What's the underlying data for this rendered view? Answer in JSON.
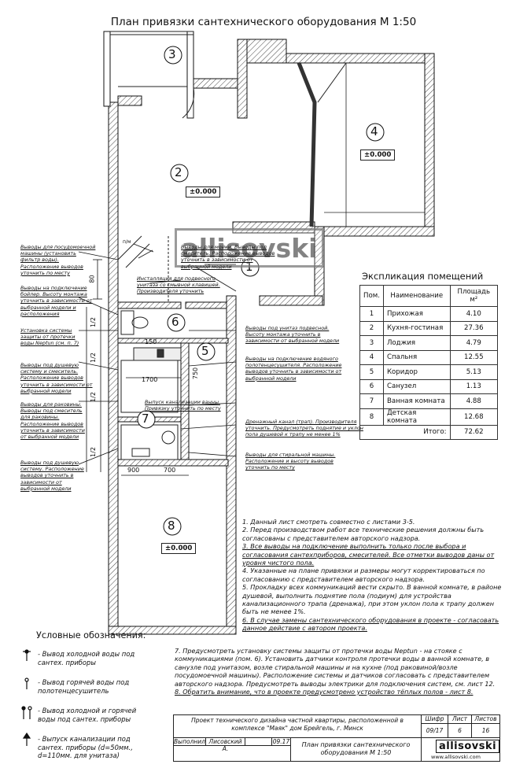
{
  "title": "План привязки сантехнического оборудования М 1:50",
  "rooms": [
    {
      "num": "1",
      "level": ""
    },
    {
      "num": "2",
      "level": "±0.000"
    },
    {
      "num": "3",
      "level": ""
    },
    {
      "num": "4",
      "level": "±0.000"
    },
    {
      "num": "5",
      "level": ""
    },
    {
      "num": "6",
      "level": ""
    },
    {
      "num": "7",
      "level": ""
    },
    {
      "num": "8",
      "level": "±0.000"
    }
  ],
  "watermark": "allisovski",
  "dims": {
    "d80": "80",
    "d150": "150",
    "d1700": "1700",
    "d750": "750",
    "d900": "900",
    "d700": "700",
    "half": "1/2",
    "pm": "п/м"
  },
  "left_notes": [
    "Выводы для посудомоечной машины (установить фильтр воды). Расположение выводов уточнить по месту",
    "Выводы на подключение бойлер. Высоту монтажа уточнить в зависимости от выбранной модели и расположения",
    "Установка системы защиты от протечки воды Neptun (см. п. 7)",
    "Выводы под душевую систему и смеситель. Расположение выводов уточнить в зависимости от выбранной модели",
    "Выводы для раковины. Выводы под смеситель для раковины. Расположение выводов уточнить в зависимости от выбранной модели",
    "Выводы под душевую систему. Расположение выводов уточнить в зависимости от выбранной модели"
  ],
  "plan_notes": [
    "Выводы для мойки. Выводы под смеситель. Расположение выводов уточнить в зависимости от выбранной модели",
    "Инсталляция для подвесного унитаза со смывной клавишей. Производителя уточнить",
    "Выводы под унитаз подвесной. Высоту монтажа уточнить в зависимости от выбранной модели",
    "Выводы на подключение водяного полотенцесушителя. Расположение выводов уточнить в зависимости от выбранной модели",
    "Выпуск канализации ванны. Привязку уточнить по месту",
    "Дренажный канал (трап). Производителя уточнить. Предусмотреть поднятие и уклон пола душевой к трапу не менее 1%",
    "Выводы для стиральной машины. Расположение и высоту выводов уточнить по месту"
  ],
  "explication": {
    "title": "Экспликация помещений",
    "headers": [
      "Пом.",
      "Наименование",
      "Площадь м²"
    ],
    "rows": [
      [
        "1",
        "Прихожая",
        "4.10"
      ],
      [
        "2",
        "Кухня-гостиная",
        "27.36"
      ],
      [
        "3",
        "Лоджия",
        "4.79"
      ],
      [
        "4",
        "Спальня",
        "12.55"
      ],
      [
        "5",
        "Коридор",
        "5.13"
      ],
      [
        "6",
        "Санузел",
        "1.13"
      ],
      [
        "7",
        "Ванная комната",
        "4.88"
      ],
      [
        "8",
        "Детская комната",
        "12.68"
      ]
    ],
    "total_label": "Итого:",
    "total": "72.62"
  },
  "notes": [
    "1. Данный лист смотреть совместно с листами 3-5.",
    "2. Перед производством работ все технические решения должны быть согласованы с представителем авторского надзора.",
    "3. Все выводы на подключение выполнить только после выбора и согласования сантехприборов, смесителей. Все отметки выводов даны от уровня чистого пола.",
    "4. Указанные на плане привязки и размеры могут корректироваться по согласованию с представителем авторского надзора.",
    "5. Прокладку всех коммуникаций вести скрыто. В ванной комнате, в районе душевой, выполнить поднятие пола (подиум) для устройства канализационного трапа (дренажа), при этом уклон пола к трапу должен быть не менее 1%.",
    "6. В случае замены сантехнического оборудования в проекте - согласовать данное действие с автором проекта.",
    "7. Предусмотреть установку системы защиты от протечки воды Neptun - на стояке с коммуникациями (пом. 6). Установить датчики контроля протечки воды в ванной комнате, в санузле под унитазом, возле стиральной машины и на кухне (под раковиной/возле посудомоечной машины). Расположение системы и датчиков согласовать с представителем авторского надзора. Предусмотреть выводы электрики для подключения систем, см. лист 12.",
    "8. Обратить внимание, что в проекте предусмотрено устройство тёплых полов - лист 8."
  ],
  "legend": {
    "title": "Условные обозначения:",
    "items": [
      "- Вывод холодной воды под сантех. приборы",
      "- Вывод горячей воды под полотенцесушитель",
      "- Вывод холодной и горячей воды под сантех. приборы",
      "- Выпуск канализации под сантех. приборы (d=50мм., d=110мм. для унитаза)"
    ]
  },
  "stamp": {
    "project": "Проект технического дизайна частной квартиры, расположенной в комплексе \"Маяк\" дом Брейгель, г. Минск",
    "shifr_label": "Шифр",
    "shifr": "09/17",
    "list_label": "Лист",
    "list": "6",
    "lists_label": "Листов",
    "lists": "16",
    "role": "Выполнил",
    "author": "Лисовский А.",
    "date": "09.17",
    "sheet_title": "План привязки сантехнического оборудования М 1:50",
    "logo": "allisovski",
    "site": "www.allisovski.com"
  }
}
